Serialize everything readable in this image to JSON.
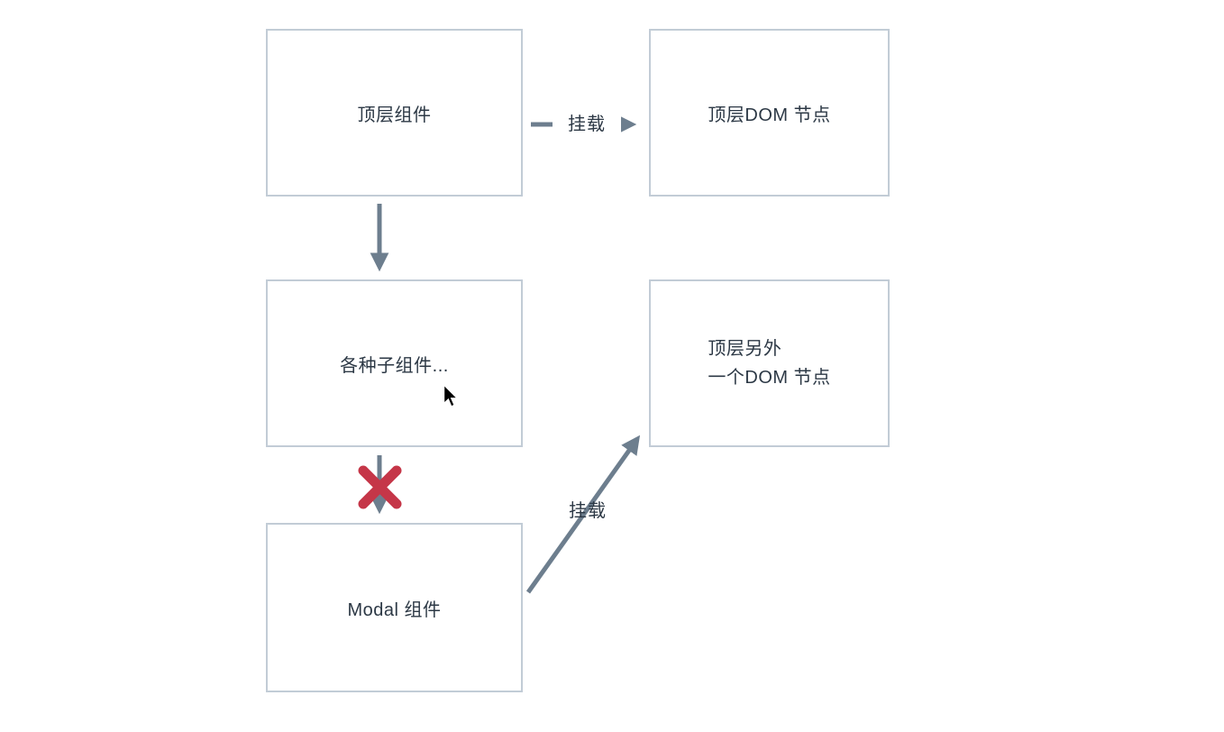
{
  "diagram": {
    "boxes": {
      "top_component": {
        "label": "顶层组件"
      },
      "top_dom_node": {
        "label": "顶层DOM 节点"
      },
      "child_components": {
        "label": "各种子组件..."
      },
      "other_dom_node": {
        "line1": "顶层另外",
        "line2": "一个DOM 节点"
      },
      "modal_component": {
        "label": "Modal 组件"
      }
    },
    "edge_labels": {
      "mount_top": "挂载",
      "mount_modal": "挂载"
    }
  },
  "colors": {
    "box_border": "#c2ccd6",
    "box_fill": "#ffffff",
    "text": "#2c3845",
    "arrow": "#6d7e8e",
    "cross": "#c53648"
  }
}
